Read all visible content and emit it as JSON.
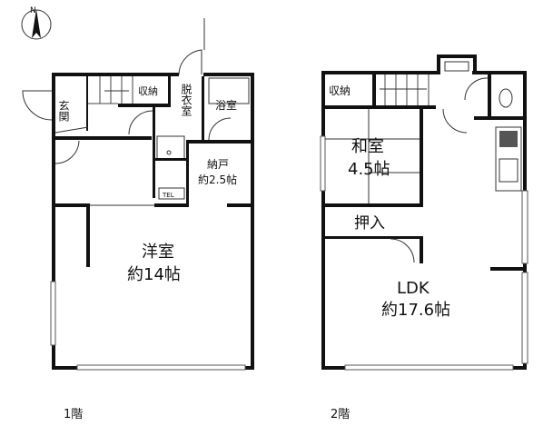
{
  "compass": {
    "north_label": "N",
    "icon": "north-arrow-icon"
  },
  "floor1": {
    "caption": "1階",
    "rooms": {
      "entrance": "玄関",
      "storage": "収納",
      "dressing": "脱衣室",
      "bath": "浴室",
      "closet_name": "納戸",
      "closet_size": "約2.5帖",
      "tel": "TEL",
      "western_name": "洋室",
      "western_size": "約14帖"
    }
  },
  "floor2": {
    "caption": "2階",
    "rooms": {
      "storage": "収納",
      "japanese_name": "和室",
      "japanese_size": "4.5帖",
      "oshiire": "押入",
      "ldk_name": "LDK",
      "ldk_size": "約17.6帖"
    }
  }
}
